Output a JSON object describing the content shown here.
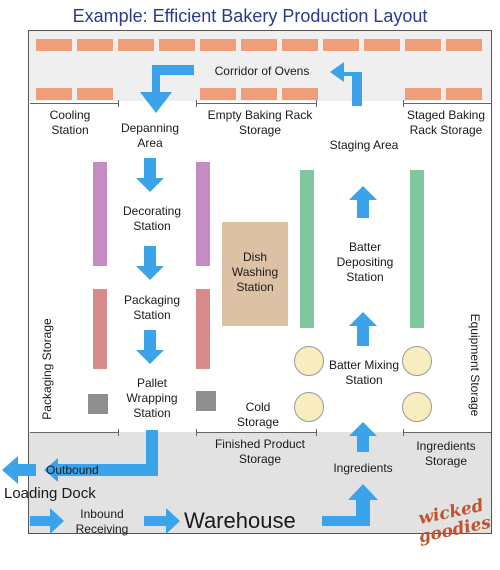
{
  "title": "Example: Efficient Bakery Production Layout",
  "colors": {
    "title": "#2b3a8f",
    "oven": "#ef9e7c",
    "arrow": "#3aa3ea",
    "decorating": "#c58cc4",
    "packaging": "#d98a8a",
    "batter": "#7fc79f",
    "dish": "#ddc1a4",
    "mixer": "#f7edbf",
    "pallet": "#8f8f8f"
  },
  "labels": {
    "corridor": "Corridor of Ovens",
    "cooling": "Cooling Station",
    "depanning": "Depanning Area",
    "empty_rack": "Empty Baking Rack Storage",
    "staging_area": "Staging Area",
    "staged_rack": "Staged Baking Rack Storage",
    "decorating": "Decorating Station",
    "packaging_station": "Packaging Station",
    "pallet": "Pallet Wrapping Station",
    "dish": "Dish Washing Station",
    "batter_depositing": "Batter Depositing Station",
    "batter_mixing": "Batter Mixing Station",
    "cold_storage": "Cold Storage",
    "packaging_storage": "Packaging Storage",
    "equipment_storage": "Equipment Storage",
    "finished_product": "Finished Product Storage",
    "ingredients_storage": "Ingredients Storage",
    "outbound": "Outbound",
    "loading_dock": "Loading Dock",
    "inbound": "Inbound Receiving",
    "warehouse": "Warehouse",
    "ingredients": "Ingredients"
  },
  "logo": {
    "line1": "wicked",
    "line2": "goodies"
  }
}
